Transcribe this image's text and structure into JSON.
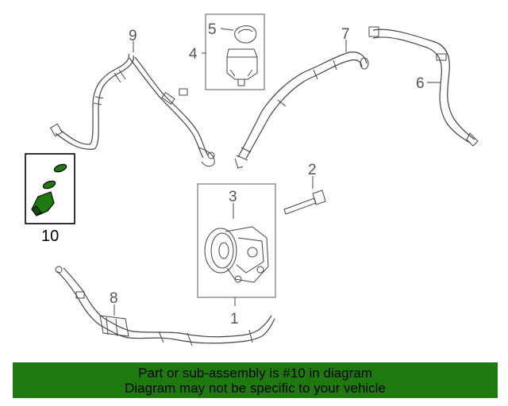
{
  "callouts": {
    "c1": "1",
    "c2": "2",
    "c3": "3",
    "c4": "4",
    "c5": "5",
    "c6": "6",
    "c7": "7",
    "c8": "8",
    "c9": "9",
    "c10": "10"
  },
  "banner": {
    "line1": "Part or sub-assembly is #10 in diagram",
    "line2": "Diagram may not be specific to your vehicle",
    "color": "#1e7a0f"
  },
  "highlight_color": "#1e7a0f"
}
